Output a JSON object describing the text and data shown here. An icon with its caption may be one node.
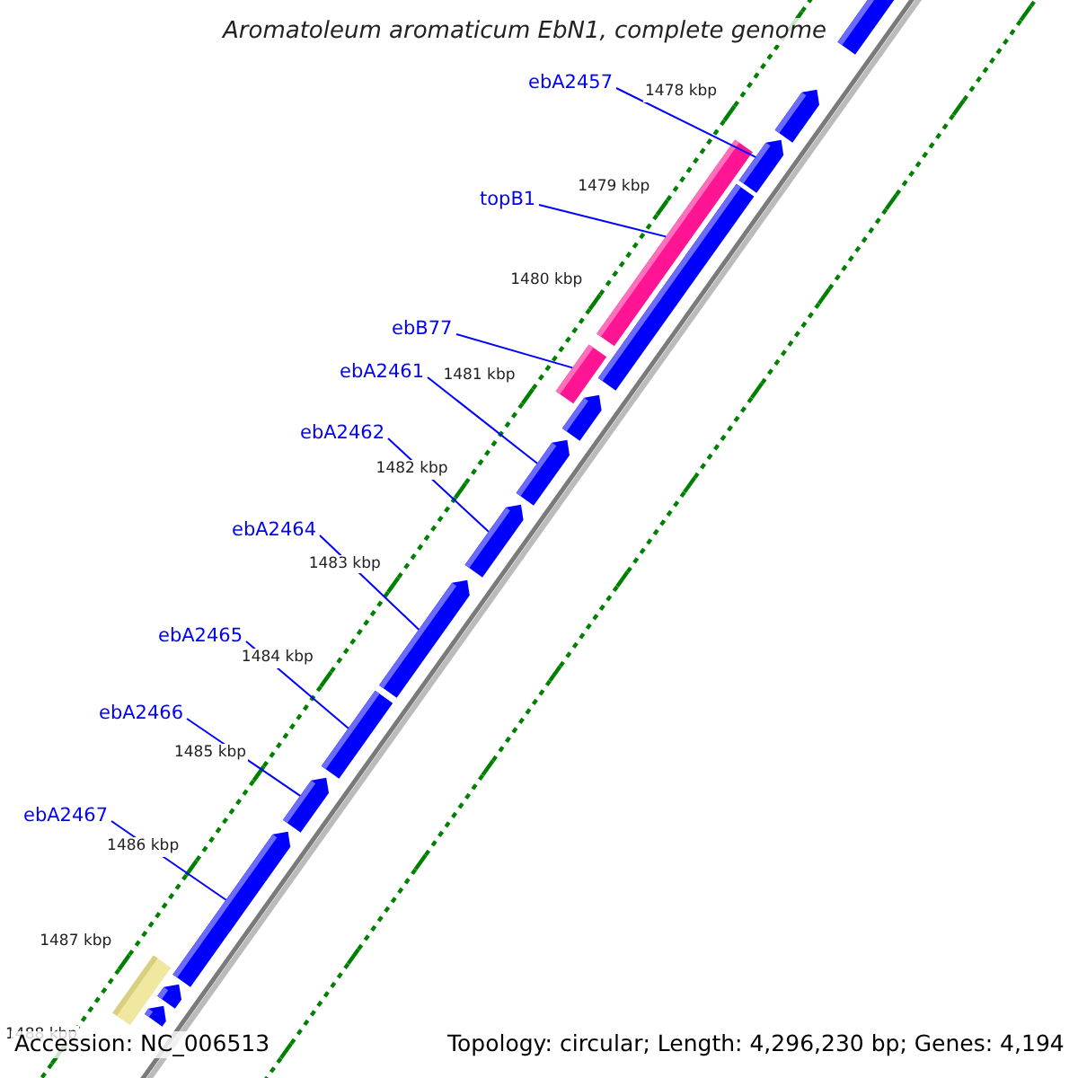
{
  "diagram": {
    "title": "Aromatoleum aromaticum EbN1, complete genome",
    "nodes": [
      {
        "text": [
          "ebA2457"
        ]
      },
      {
        "text": [
          "topB1"
        ]
      },
      {
        "text": [
          "ebB77"
        ]
      },
      {
        "text": [
          "ebA2461"
        ]
      },
      {
        "text": [
          "ebA2462"
        ]
      },
      {
        "text": [
          "ebA2464"
        ]
      },
      {
        "text": [
          "ebA2465"
        ]
      },
      {
        "text": [
          "ebA2466"
        ]
      },
      {
        "text": [
          "ebA2467"
        ]
      },
      {
        "text": [],
        "shape": "bar"
      },
      {
        "text": [],
        "shape": "bar"
      },
      {
        "text": [],
        "shape": "bar"
      },
      {
        "text": [],
        "shape": "bar"
      },
      {
        "text": [],
        "shape": "bar"
      },
      {
        "text": [],
        "shape": "bar"
      },
      {
        "text": [],
        "shape": "bar"
      },
      {
        "text": [],
        "shape": "bar"
      },
      {
        "text": [],
        "shape": "bar"
      },
      {
        "text": [],
        "shape": "bar"
      },
      {
        "text": [],
        "shape": "bar"
      },
      {
        "text": [],
        "shape": "bar"
      },
      {
        "text": [],
        "shape": "bar"
      },
      {
        "text": [],
        "shape": "bar"
      },
      {
        "text": [],
        "shape": "bar"
      },
      {
        "text": [],
        "shape": "bar"
      }
    ],
    "edges": [
      {
        "from": 0,
        "to": 11,
        "arrow": "none"
      },
      {
        "from": 1,
        "to": 12,
        "arrow": "none"
      },
      {
        "from": 2,
        "to": 14,
        "arrow": "none"
      },
      {
        "from": 3,
        "to": 16,
        "arrow": "none"
      },
      {
        "from": 4,
        "to": 17,
        "arrow": "none"
      },
      {
        "from": 5,
        "to": 18,
        "arrow": "none"
      },
      {
        "from": 6,
        "to": 19,
        "arrow": "none"
      },
      {
        "from": 7,
        "to": 20,
        "arrow": "none"
      },
      {
        "from": 8,
        "to": 21,
        "arrow": "none"
      }
    ],
    "labels": [
      "1478 kbp",
      "1479 kbp",
      "1480 kbp",
      "1481 kbp",
      "1482 kbp",
      "1483 kbp",
      "1484 kbp",
      "1485 kbp",
      "1486 kbp",
      "1487 kbp",
      "1488 kbp",
      "Accession: NC_006513",
      "Topology: circular; Length: 4,296,230 bp; Genes: 4,194"
    ]
  }
}
